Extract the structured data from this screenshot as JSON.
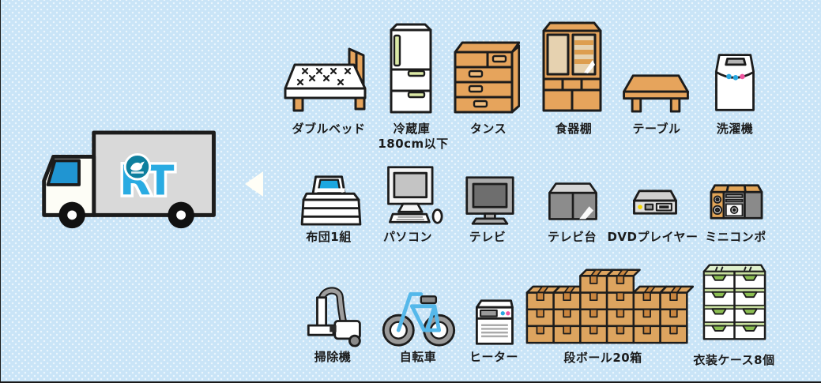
{
  "scene": "moving-truck-capacity-illustration",
  "background": {
    "color": "#c9e4f7",
    "pattern": "white-dots"
  },
  "truck": {
    "logo_text": "RT"
  },
  "arrow": {
    "direction": "left"
  },
  "rows": [
    {
      "name": "row-1",
      "items": [
        {
          "icon": "double-bed",
          "label": "ダブルベッド"
        },
        {
          "icon": "refrigerator",
          "label": "冷蔵庫",
          "sublabel": "180cm以下"
        },
        {
          "icon": "dresser",
          "label": "タンス"
        },
        {
          "icon": "cupboard",
          "label": "食器棚"
        },
        {
          "icon": "low-table",
          "label": "テーブル"
        },
        {
          "icon": "washing-machine",
          "label": "洗濯機"
        }
      ]
    },
    {
      "name": "row-2",
      "items": [
        {
          "icon": "futon-set",
          "label": "布団1組"
        },
        {
          "icon": "desktop-pc",
          "label": "パソコン"
        },
        {
          "icon": "tv",
          "label": "テレビ"
        },
        {
          "icon": "tv-stand",
          "label": "テレビ台"
        },
        {
          "icon": "dvd-player",
          "label": "DVDプレイヤー"
        },
        {
          "icon": "mini-stereo",
          "label": "ミニコンポ"
        }
      ]
    },
    {
      "name": "row-3",
      "items": [
        {
          "icon": "vacuum-cleaner",
          "label": "掃除機"
        },
        {
          "icon": "bicycle",
          "label": "自転車"
        },
        {
          "icon": "heater",
          "label": "ヒーター"
        },
        {
          "icon": "cardboard-boxes",
          "label": "段ボール20箱"
        },
        {
          "icon": "clothing-cases",
          "label": "衣装ケース8個"
        }
      ]
    }
  ],
  "colors": {
    "outline": "#1c1c1c",
    "wood": "#e6a45c",
    "cardboard": "#dda45f",
    "tape": "#c9853e",
    "logo_blue": "#29abe2",
    "window_blue": "#2095d2",
    "bike_blue": "#55b8ea",
    "accent_pink": "#f056a0",
    "handle_green": "#dce9a6",
    "case_green": "#8cbf52",
    "truck_gray": "#d9d9d9"
  }
}
